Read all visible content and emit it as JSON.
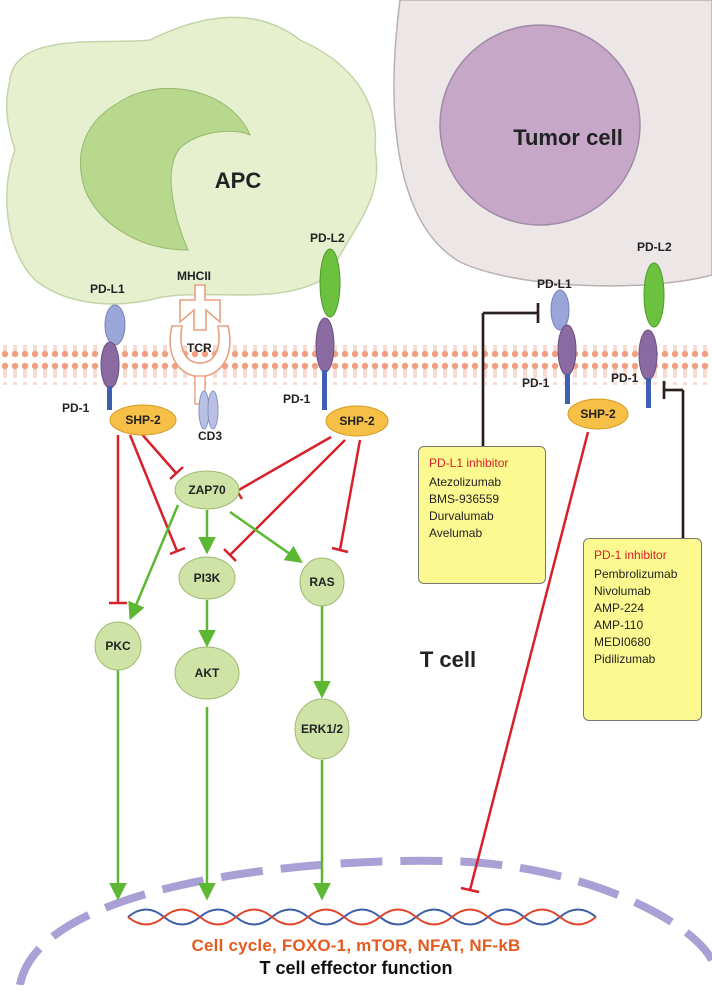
{
  "cells": {
    "apc": "APC",
    "tumor": "Tumor cell",
    "tcell": "T cell"
  },
  "receptors": {
    "pdl1_left": "PD-L1",
    "pdl2_mid": "PD-L2",
    "pdl1_right": "PD-L1",
    "pdl2_right": "PD-L2",
    "mhcii": "MHCII",
    "tcr": "TCR",
    "cd3": "CD3",
    "pd1_left": "PD-1",
    "pd1_mid": "PD-1",
    "pd1_right_a": "PD-1",
    "pd1_right_b": "PD-1"
  },
  "nodes": {
    "shp2_left": "SHP-2",
    "shp2_mid": "SHP-2",
    "shp2_right": "SHP-2",
    "zap70": "ZAP70",
    "pi3k": "PI3K",
    "ras": "RAS",
    "pkc": "PKC",
    "akt": "AKT",
    "erk": "ERK1/2"
  },
  "pdl1_inhibitor": {
    "title": "PD-L1 inhibitor",
    "drugs": [
      "Atezolizumab",
      "BMS-936559",
      "Durvalumab",
      "Avelumab"
    ]
  },
  "pd1_inhibitor": {
    "title": "PD-1 inhibitor",
    "drugs": [
      "Pembrolizumab",
      "Nivolumab",
      "AMP-224",
      "AMP-110",
      "MEDI0680",
      "Pidilizumab"
    ]
  },
  "bottom": {
    "targets": "Cell cycle, FOXO-1, mTOR, NFAT, NF-kB",
    "function": "T cell effector function"
  },
  "colors": {
    "activation": "#5cb833",
    "inhibition": "#d8202a",
    "apc_fill": "#e6f0cf",
    "apc_nucleus": "#b8d88d",
    "tumor_fill": "#ece6e6",
    "tumor_nucleus": "#c6a7c8",
    "node_fill": "#cfe3a6",
    "shp2_fill": "#f6bf46",
    "membrane": "#f0a080",
    "pd_receptor": "#8a6aa0",
    "pdl1": "#9aa6d8",
    "pdl2": "#6cc13f",
    "inhibitor_box": "#fbf98f"
  }
}
